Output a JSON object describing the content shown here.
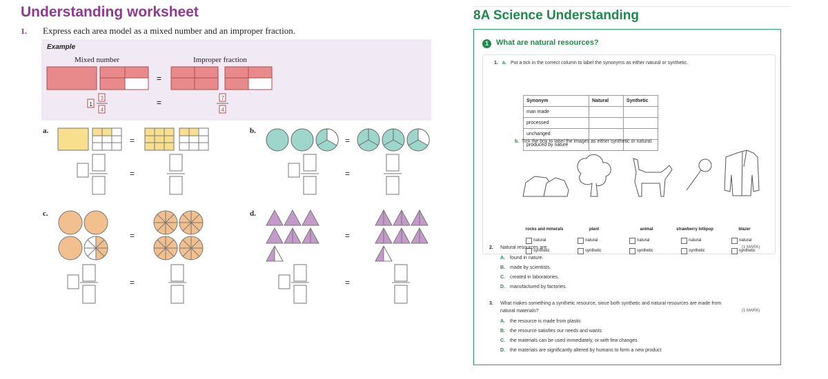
{
  "worksheet": {
    "title": "Understanding worksheet",
    "q_number": "1.",
    "q_text": "Express each area model as a mixed number and an improper fraction.",
    "example_label": "Example",
    "mixed_header": "Mixed number",
    "improper_header": "Improper fraction",
    "example_mixed_whole": "1",
    "example_mixed_num": "3",
    "example_mixed_den": "4",
    "example_improper_num": "7",
    "example_improper_den": "4",
    "equals": "=",
    "parts": [
      "a.",
      "b.",
      "c.",
      "d."
    ]
  },
  "science": {
    "title": "8A  Science Understanding",
    "section_number": "1",
    "section_title": "What are natural resources?",
    "q1_num": "1.",
    "q1a_letter": "a.",
    "q1a_text": "Put a tick in the correct column to label the synonyms as either natural or synthetic.",
    "table_headers": [
      "Synonym",
      "Natural",
      "Synthetic"
    ],
    "table_rows": [
      "man made",
      "processed",
      "unchanged",
      "produced by nature"
    ],
    "q1b_letter": "b.",
    "q1b_text": "Tick the box to label the images as either synthetic or natural.",
    "images": [
      "rocks and minerals",
      "plant",
      "animal",
      "strawberry lollipop",
      "blazer"
    ],
    "opt_natural": "natural",
    "opt_synthetic": "synthetic",
    "q2_num": "2.",
    "q2_text": "Natural resources are",
    "q2_mark": "(1 MARK)",
    "q2_options": [
      {
        "letter": "A.",
        "text": "found in nature."
      },
      {
        "letter": "B.",
        "text": "made by scientists."
      },
      {
        "letter": "C.",
        "text": "created in laboratories."
      },
      {
        "letter": "D.",
        "text": "manufactured by factories."
      }
    ],
    "q3_num": "3.",
    "q3_text_1": "What makes something a synthetic resource, since both synthetic and natural resources are made from",
    "q3_text_2": "natural materials?",
    "q3_mark": "(1 MARK)",
    "q3_options": [
      {
        "letter": "A.",
        "text": "the resource is made from plastic"
      },
      {
        "letter": "B.",
        "text": "the resource satisfies our needs and wants"
      },
      {
        "letter": "C.",
        "text": "the materials can be used immediately, or with few changes"
      },
      {
        "letter": "D.",
        "text": "the materials are significantly altered by humans to form a new product"
      }
    ]
  },
  "colors": {
    "worksheet_purple": "#8e3a8f",
    "example_bg": "#f1e9f4",
    "pink_fill": "#e8898b",
    "yellow_fill": "#f8df8e",
    "teal_fill": "#9fd6cc",
    "peach_fill": "#f2bf8e",
    "lilac_fill": "#c39ac9",
    "science_green": "#1f8a4c"
  }
}
